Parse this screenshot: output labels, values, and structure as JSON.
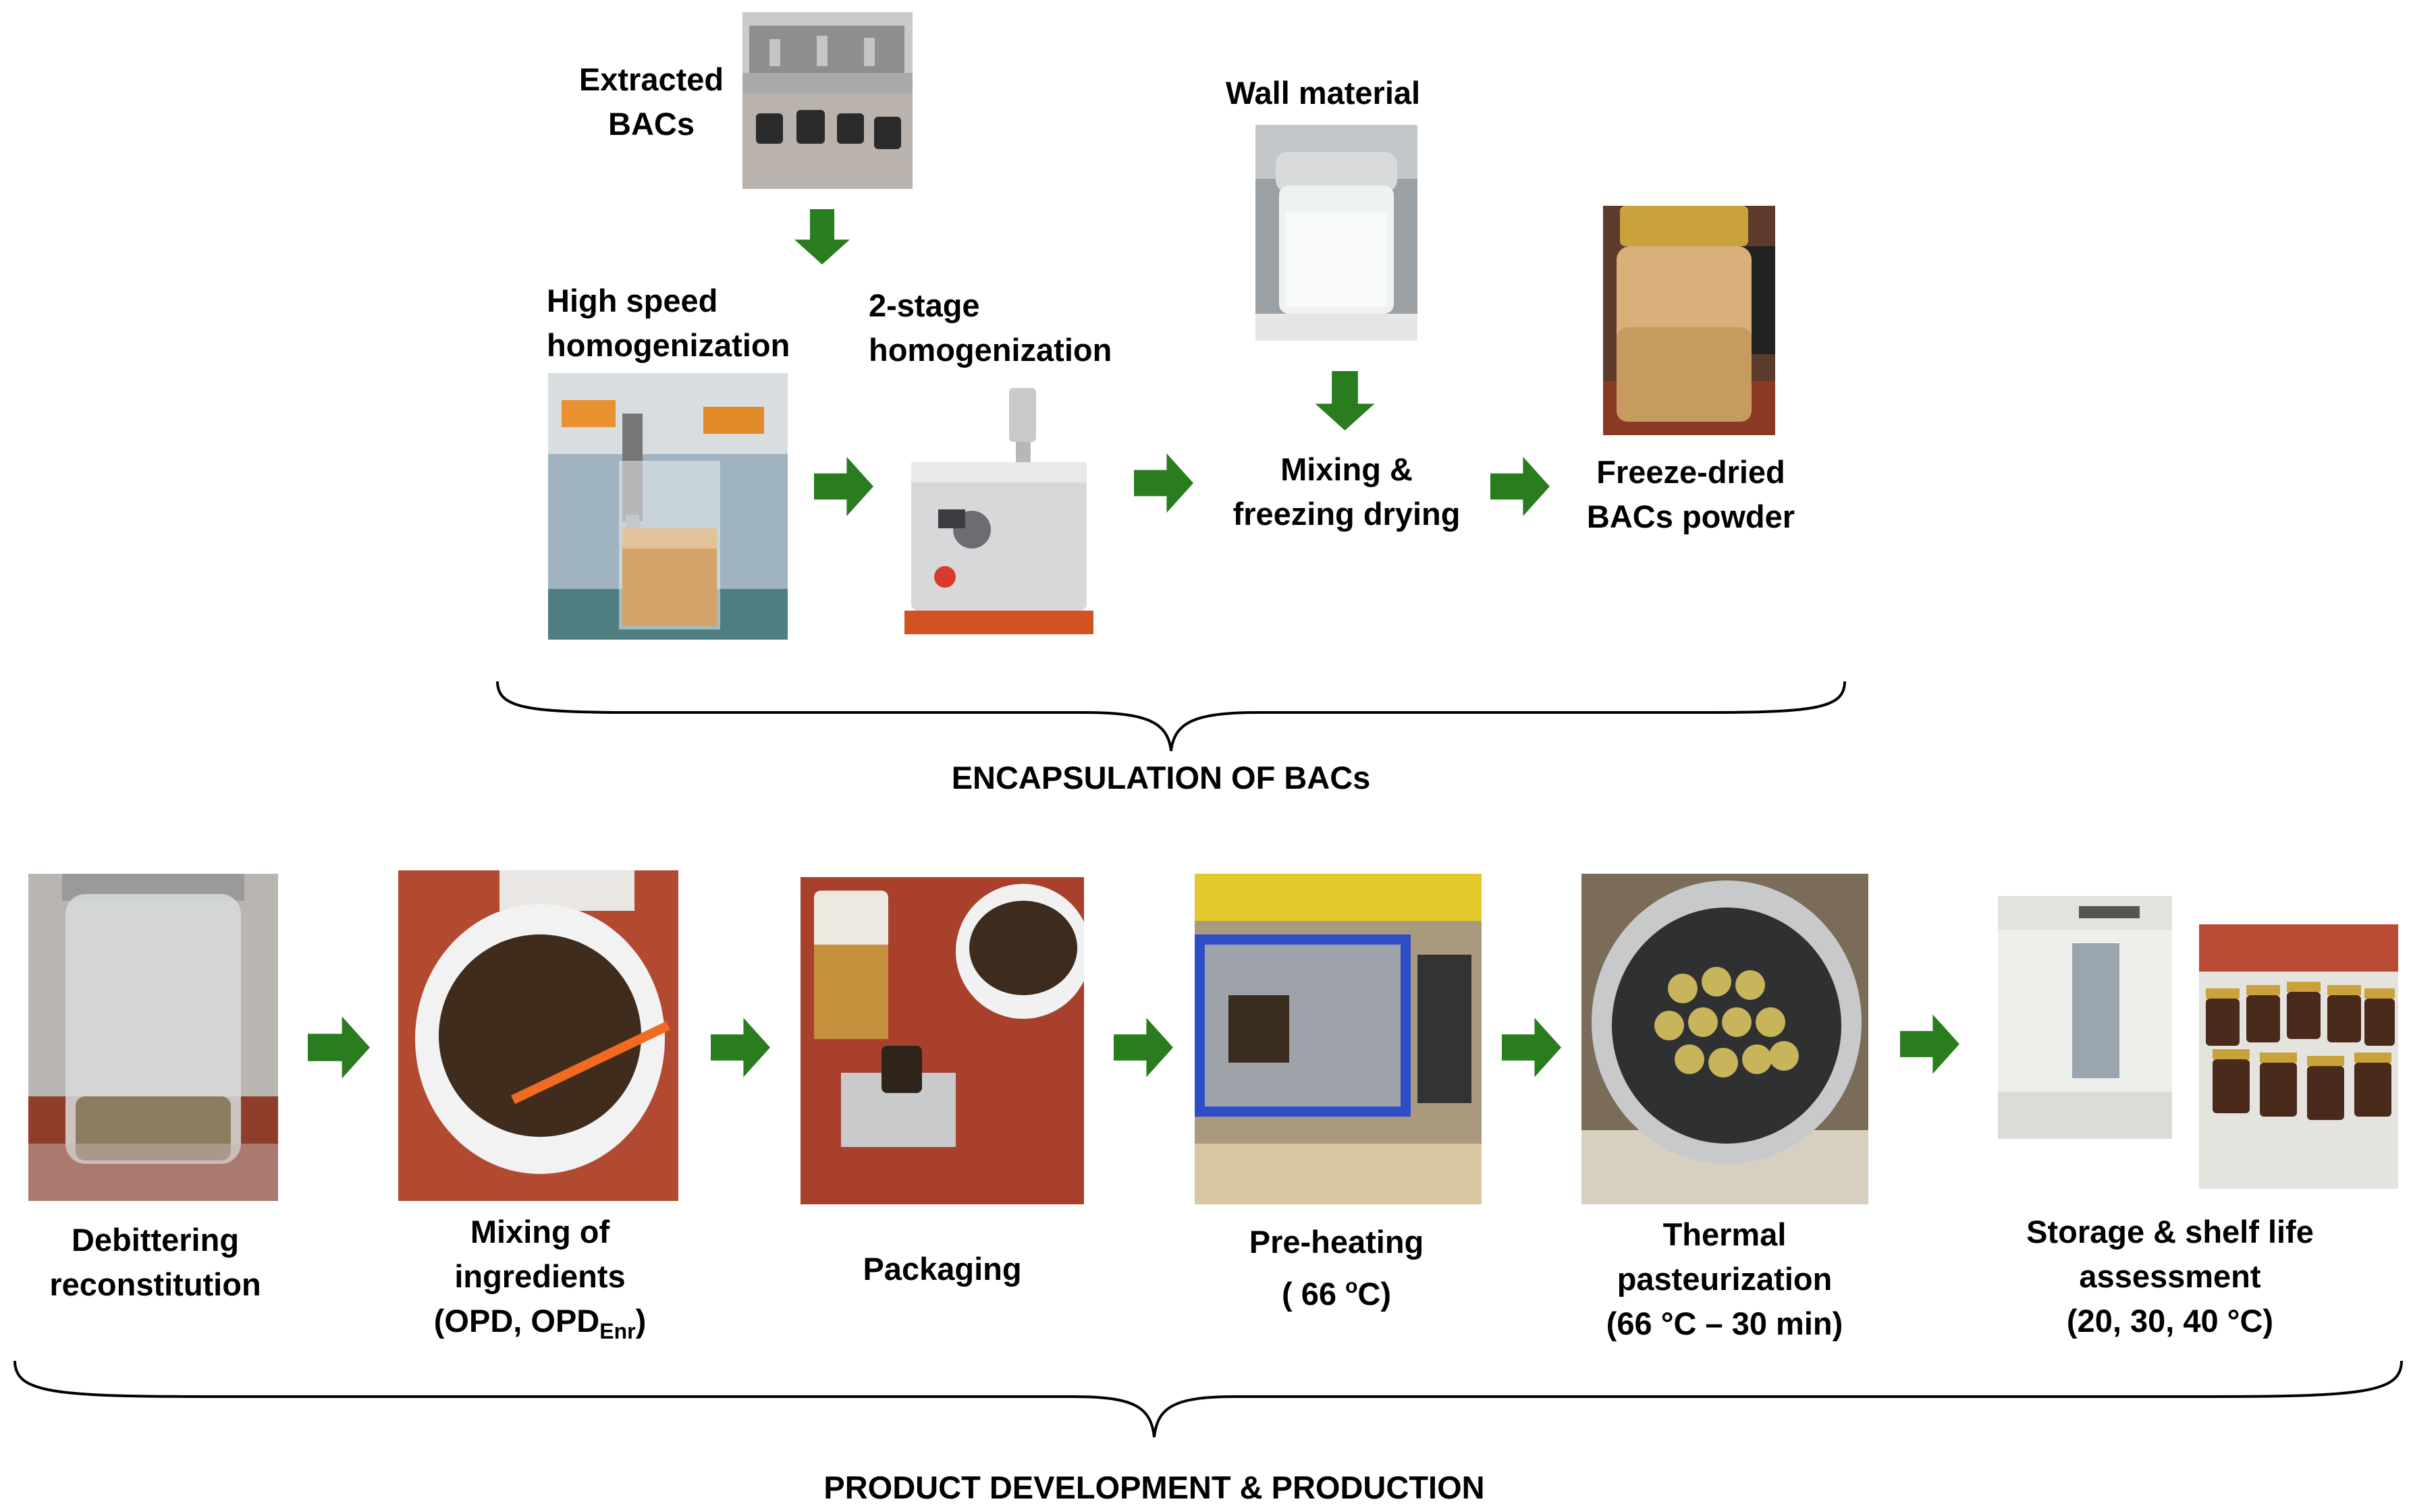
{
  "encapsulation": {
    "extracted_bacs": [
      "Extracted",
      "BACs"
    ],
    "wall_material": "Wall material",
    "high_speed": [
      "High speed",
      "homogenization"
    ],
    "two_stage": [
      "2-stage",
      "homogenization"
    ],
    "mixing_freezing": [
      "Mixing &",
      "freezing drying"
    ],
    "freeze_dried": [
      "Freeze-dried",
      "BACs powder"
    ],
    "section_title": "ENCAPSULATION OF BACs"
  },
  "product": {
    "debittering": [
      "Debittering",
      "reconstitution"
    ],
    "mixing_ingredients": {
      "line1": "Mixing of",
      "line2": "ingredients",
      "line3_pre": "(OPD, OPD",
      "line3_sub": "Enr",
      "line3_post": ")"
    },
    "packaging": "Packaging",
    "preheating": {
      "line1": "Pre-heating",
      "line2_pre": "( 66 ",
      "line2_sup": "o",
      "line2_post": "C)"
    },
    "thermal": [
      "Thermal",
      "pasteurization",
      "(66 °C – 30  min)"
    ],
    "storage": [
      "Storage & shelf life",
      "assessment",
      "(20, 30, 40 °C)"
    ],
    "section_title": "PRODUCT DEVELOPMENT & PRODUCTION"
  },
  "colors": {
    "arrow_green": "#2a7d1f",
    "text": "#000000"
  }
}
